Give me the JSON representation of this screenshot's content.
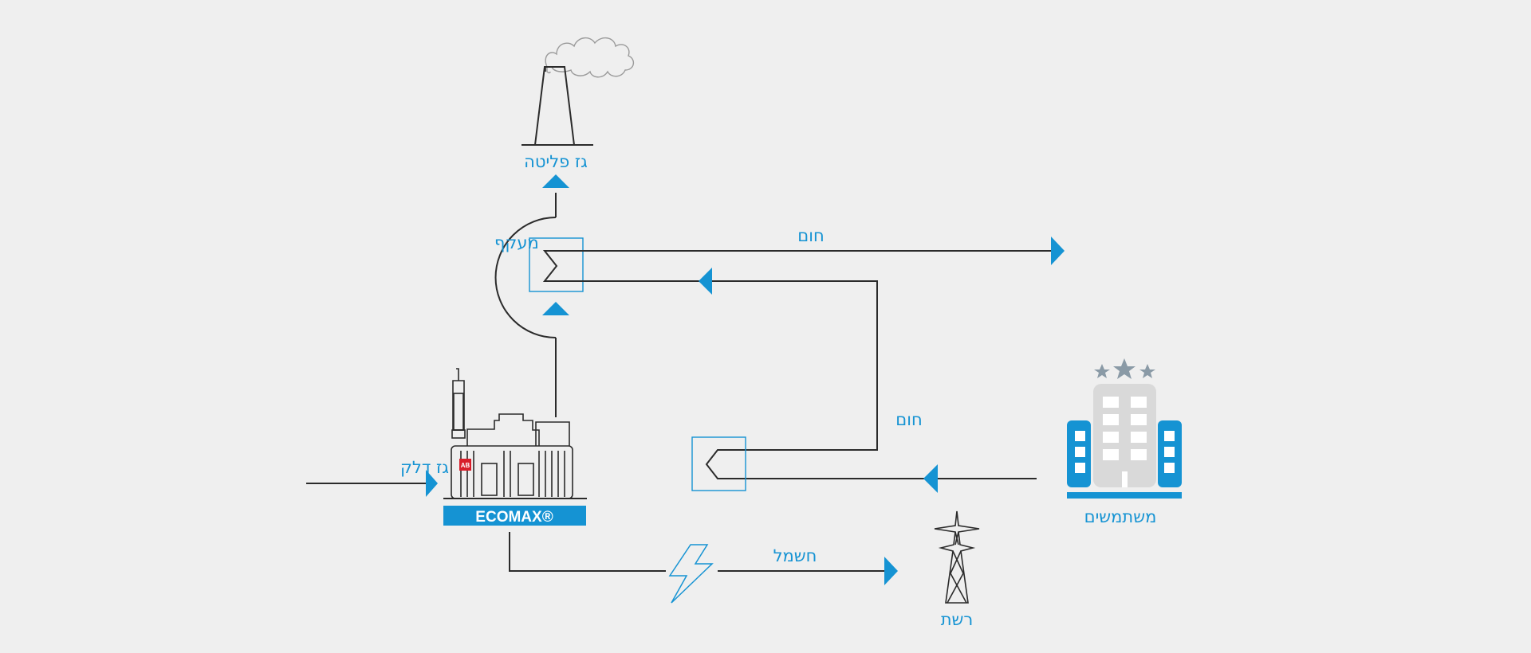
{
  "colors": {
    "accent": "#1593d3",
    "line": "#2b2b2b",
    "background": "#efefef",
    "building": "#d9d9d9",
    "stars": "#8a9aa6"
  },
  "labels": {
    "exhaust_gas": "גז פליטה",
    "bypass": "מעקף",
    "heat_top": "חום",
    "heat_middle": "חום",
    "fuel_gas": "גז דלק",
    "electricity": "חשמל",
    "grid": "רשת",
    "users": "משתמשים"
  },
  "engine": {
    "brand": "ECOMAX®",
    "logo_text": "AB"
  },
  "icons": {
    "chimney": "chimney-icon",
    "smoke": "smoke-cloud-icon",
    "engine": "cogeneration-unit-icon",
    "pylon": "power-pylon-icon",
    "building": "hotel-building-icon",
    "lightning": "lightning-icon"
  }
}
